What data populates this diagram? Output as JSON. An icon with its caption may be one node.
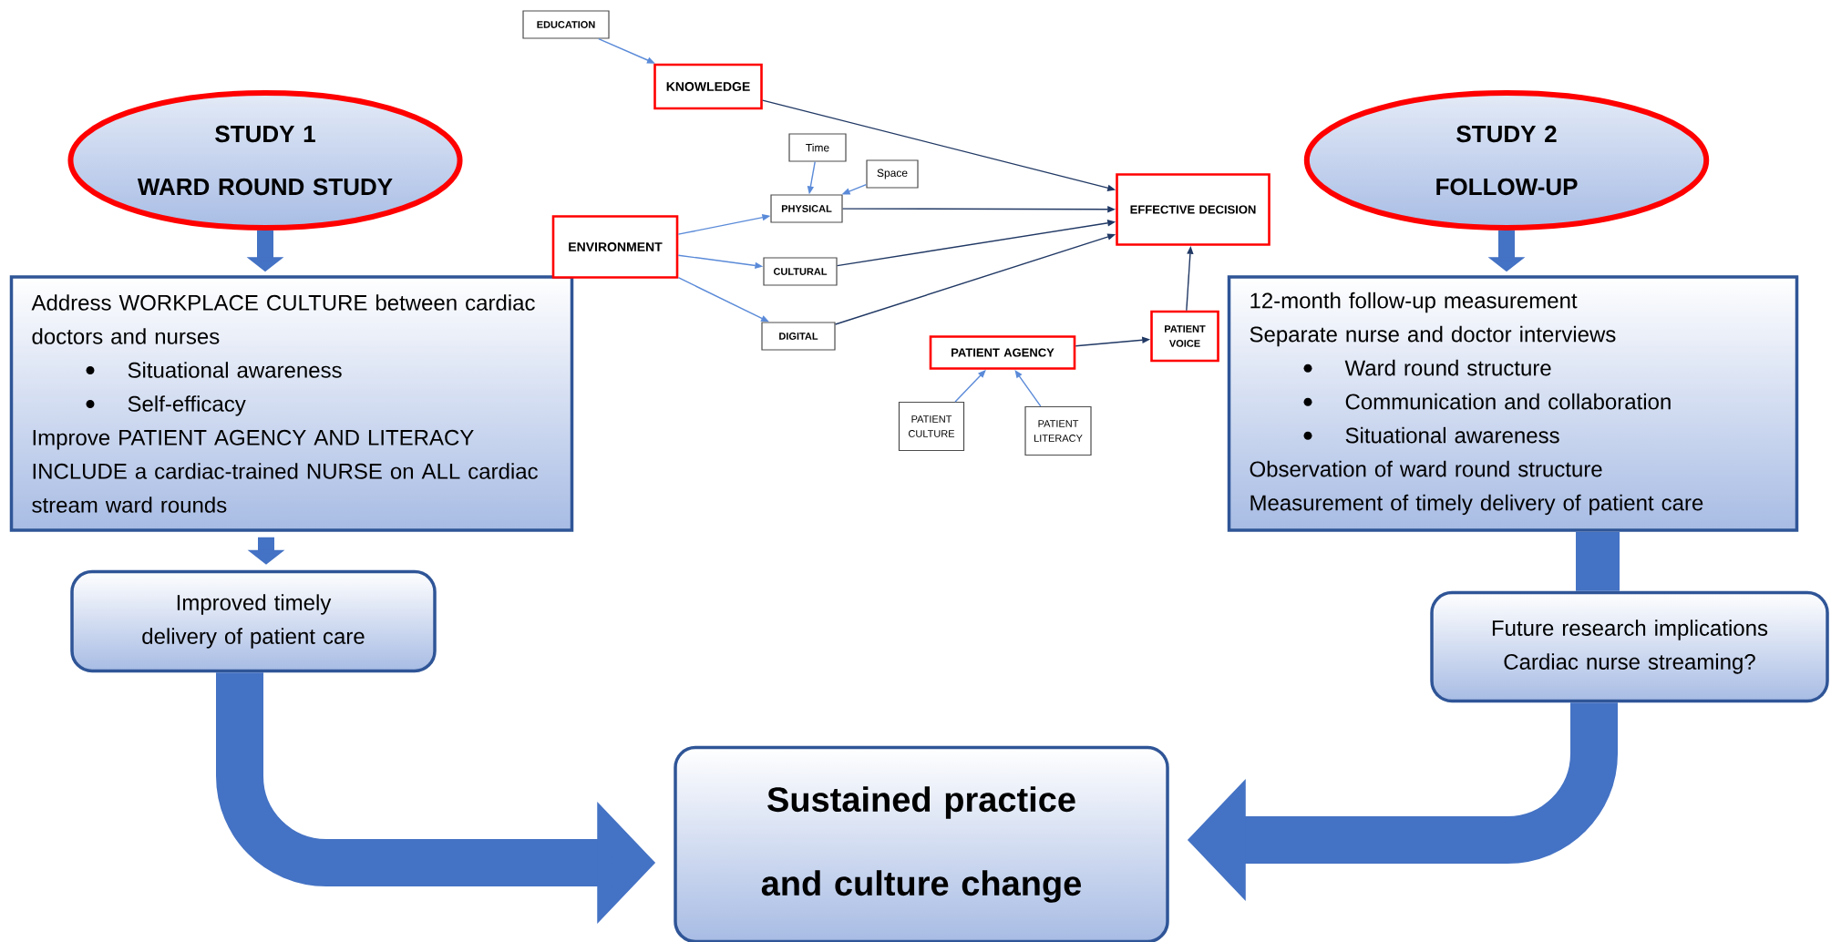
{
  "diagram": {
    "nodes": [
      {
        "text": [
          "STUDY 1",
          "WARD ROUND STUDY"
        ]
      },
      {
        "text": [
          "Address WORKPLACE CULTURE between cardiac doctors and nurses",
          "Situational awareness",
          "Self-efficacy",
          "Improve PATIENT AGENCY AND LITERACY",
          "INCLUDE a cardiac-trained NURSE on ALL cardiac stream ward rounds"
        ]
      },
      {
        "text": [
          "Improved timely delivery of patient care"
        ]
      },
      {
        "text": [
          "Sustained practice and culture change"
        ]
      },
      {
        "text": [
          "STUDY 2",
          "FOLLOW-UP"
        ]
      },
      {
        "text": [
          "12-month follow-up measurement",
          "Separate nurse and doctor interviews",
          "Ward round structure",
          "Communication and collaboration",
          "Situational awareness",
          "Observation of ward round structure",
          "Measurement of timely delivery of patient care"
        ]
      },
      {
        "text": [
          "Future research implications",
          "Cardiac nurse streaming?"
        ]
      },
      {
        "text": [
          "EDUCATION"
        ]
      },
      {
        "text": [
          "KNOWLEDGE"
        ]
      },
      {
        "text": [
          "Time"
        ]
      },
      {
        "text": [
          "Space"
        ]
      },
      {
        "text": [
          "PHYSICAL"
        ]
      },
      {
        "text": [
          "ENVIRONMENT"
        ]
      },
      {
        "text": [
          "CULTURAL"
        ]
      },
      {
        "text": [
          "DIGITAL"
        ]
      },
      {
        "text": [
          "EFFECTIVE DECISION"
        ]
      },
      {
        "text": [
          "PATIENT AGENCY"
        ]
      },
      {
        "text": [
          "PATIENT VOICE"
        ]
      },
      {
        "text": [
          "PATIENT CULTURE"
        ]
      },
      {
        "text": [
          "PATIENT LITERACY"
        ]
      }
    ],
    "edges": [
      {
        "from": 0,
        "to": 1,
        "arrow": "to",
        "style": "thick",
        "color": "#4472c4"
      },
      {
        "from": 1,
        "to": 2,
        "arrow": "to",
        "style": "thick",
        "color": "#4472c4"
      },
      {
        "from": 2,
        "to": 3,
        "arrow": "to",
        "style": "thick",
        "color": "#4472c4"
      },
      {
        "from": 4,
        "to": 5,
        "arrow": "to",
        "style": "thick",
        "color": "#4472c4"
      },
      {
        "from": 5,
        "to": 6,
        "arrow": "none",
        "style": "thick",
        "color": "#4472c4"
      },
      {
        "from": 6,
        "to": 3,
        "arrow": "to",
        "style": "thick",
        "color": "#4472c4"
      },
      {
        "from": 7,
        "to": 8,
        "arrow": "to",
        "color": "#5a8ad8"
      },
      {
        "from": 8,
        "to": 15,
        "arrow": "to",
        "color": "#203864"
      },
      {
        "from": 9,
        "to": 11,
        "arrow": "to",
        "color": "#5a8ad8"
      },
      {
        "from": 10,
        "to": 11,
        "arrow": "to",
        "color": "#5a8ad8"
      },
      {
        "from": 12,
        "to": 11,
        "arrow": "to",
        "color": "#5a8ad8"
      },
      {
        "from": 12,
        "to": 13,
        "arrow": "to",
        "color": "#5a8ad8"
      },
      {
        "from": 12,
        "to": 14,
        "arrow": "to",
        "color": "#5a8ad8"
      },
      {
        "from": 11,
        "to": 15,
        "arrow": "to",
        "color": "#203864"
      },
      {
        "from": 13,
        "to": 15,
        "arrow": "to",
        "color": "#203864"
      },
      {
        "from": 14,
        "to": 15,
        "arrow": "to",
        "color": "#203864"
      },
      {
        "from": 16,
        "to": 17,
        "arrow": "to",
        "color": "#203864"
      },
      {
        "from": 17,
        "to": 15,
        "arrow": "to",
        "color": "#203864"
      },
      {
        "from": 18,
        "to": 16,
        "arrow": "to",
        "color": "#5a8ad8"
      },
      {
        "from": 19,
        "to": 16,
        "arrow": "to",
        "color": "#5a8ad8"
      }
    ]
  }
}
